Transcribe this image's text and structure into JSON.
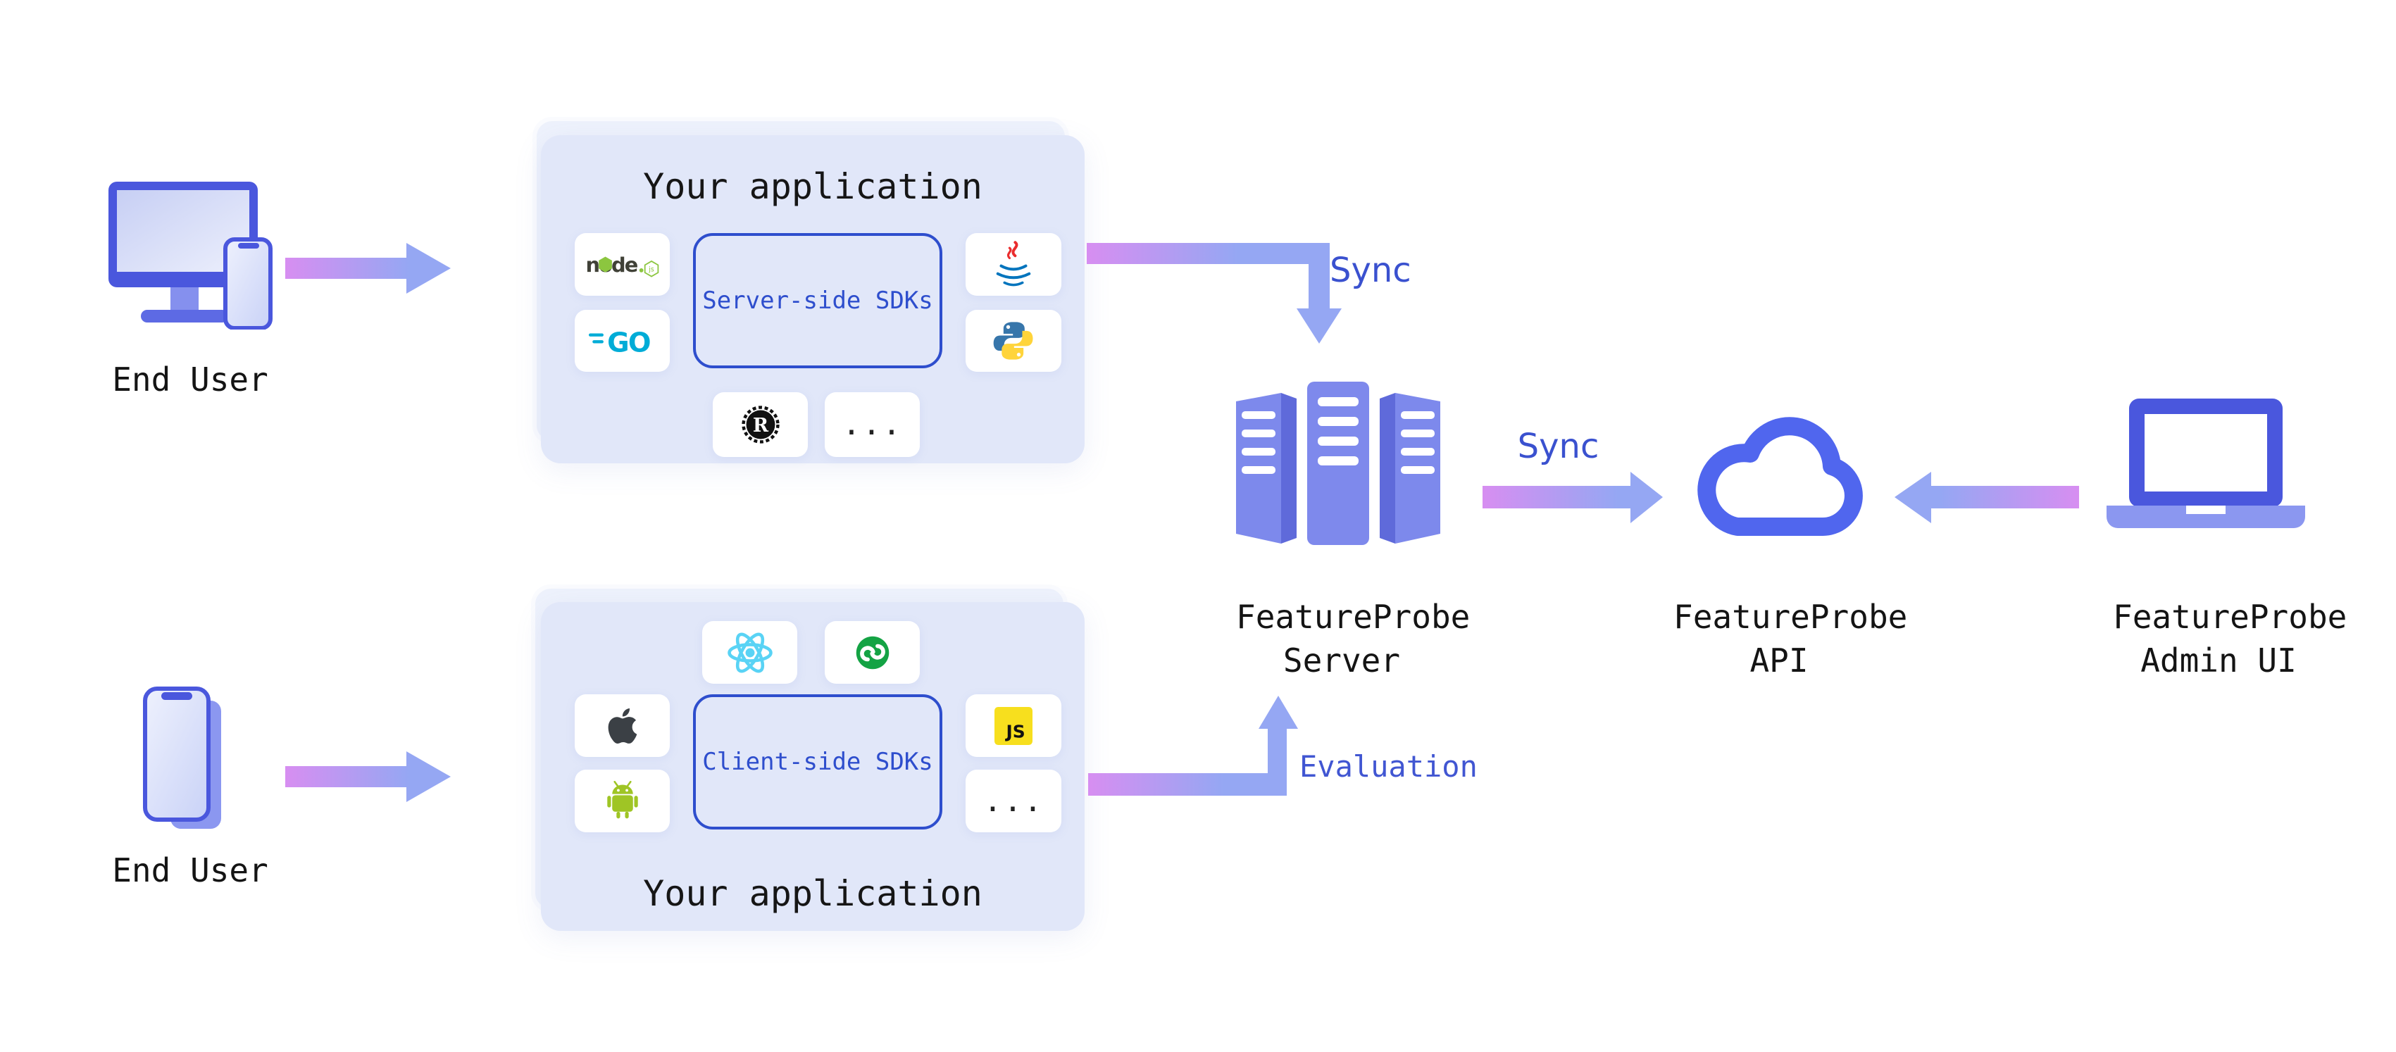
{
  "nodes": {
    "end_user_top": {
      "label": "End User"
    },
    "end_user_bottom": {
      "label": "End User"
    },
    "app_server": {
      "title": "Your application",
      "sdk_box": "Server-side SDKs"
    },
    "app_client": {
      "title": "Your application",
      "sdk_box": "Client-side SDKs"
    },
    "server": {
      "line1": "FeatureProbe",
      "line2": "Server"
    },
    "api": {
      "line1": "FeatureProbe",
      "line2": "API"
    },
    "admin": {
      "line1": "FeatureProbe",
      "line2": "Admin UI"
    }
  },
  "edges": {
    "sync_top": "Sync",
    "sync_mid": "Sync",
    "evaluation": "Evaluation"
  },
  "logos": {
    "node_word": "node",
    "node_badge": "js",
    "go": "GO",
    "js": "JS",
    "rust": "R",
    "more": "..."
  },
  "sdk_icons": {
    "server_side": [
      "nodejs",
      "go",
      "java",
      "python",
      "rust",
      "more"
    ],
    "client_side": [
      "react",
      "miniprogram",
      "apple",
      "javascript",
      "android",
      "more"
    ]
  },
  "colors": {
    "arrow_tail_pink": "#d78ef1",
    "arrow_head_blue": "#95a7f3",
    "edge_label_blue": "#3a51cf",
    "sdk_box_blue": "#2e4ecd",
    "device_blue": "#4a57dd",
    "server_purple": "#7d89ec",
    "cloud_blue": "#5066ee",
    "card_bg": "#e1e7f9",
    "react_cyan": "#59d3f5",
    "miniprogram_green": "#14a344",
    "node_green": "#8cc63f",
    "go_cyan": "#00acd7",
    "java_blue": "#0074bd",
    "java_red": "#ea2d2e",
    "python_blue": "#3776ab",
    "python_yellow": "#ffd43b",
    "js_yellow": "#f7df1e",
    "android_green": "#9fc525"
  }
}
